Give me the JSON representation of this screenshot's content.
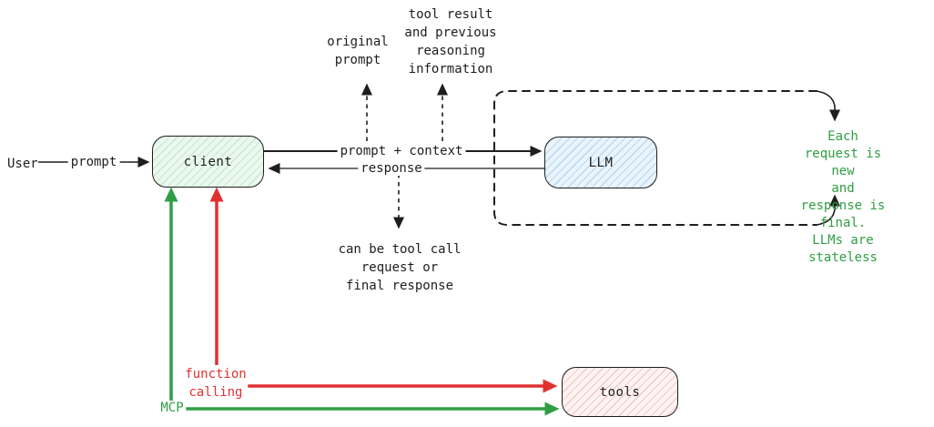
{
  "diagram": {
    "nodes": {
      "client": "client",
      "llm": "LLM",
      "tools": "tools"
    },
    "flow_labels": {
      "user": "User",
      "prompt": "prompt",
      "prompt_context": "prompt + context",
      "response": "response",
      "original_prompt": "original\nprompt",
      "tool_result": "tool result\nand previous\nreasoning\ninformation",
      "tool_call": "can be tool call\nrequest or\nfinal response",
      "stateless_note": "Each request is new\nand response is final.\nLLMs are stateless",
      "function_calling": "function\ncalling",
      "mcp": "MCP"
    },
    "colors": {
      "ink": "#1e1e1e",
      "green": "#2f9e44",
      "red": "#e03131",
      "client_fill": "#ebf8ef",
      "client_hatch": "#c7e8d1",
      "llm_fill": "#eaf4fc",
      "llm_hatch": "#b9d8f0",
      "tools_fill": "#fdf3f2",
      "tools_hatch": "#f3cbc7"
    }
  }
}
